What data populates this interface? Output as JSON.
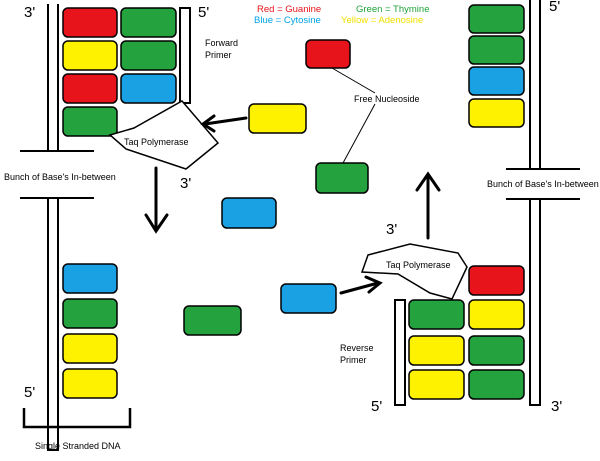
{
  "colors": {
    "red": "#e8141c",
    "green": "#23a23e",
    "blue": "#19a1e3",
    "yellow": "#fff200",
    "key_red": "#e8141c",
    "key_green": "#1fa33a",
    "key_blue": "#00a2e8",
    "key_yellow": "#f0e000"
  },
  "legend": {
    "red": "Red = Guanine",
    "green": "Green = Thymine",
    "blue": "Blue = Cytosine",
    "yellow": "Yellow = Adenosine"
  },
  "labels": {
    "forward_primer_1": "Forward",
    "forward_primer_2": "Primer",
    "reverse_primer_1": "Reverse",
    "reverse_primer_2": "Primer",
    "free_nucleoside": "Free Nucleoside",
    "taq_left": "Taq Polymerase",
    "taq_right": "Taq Polymerase",
    "bunch_left": "Bunch of Base's In-between",
    "bunch_right": "Bunch of Base's In-between",
    "single_stranded": "Single Stranded DNA"
  },
  "strand_ends": {
    "left_top_3": "3'",
    "left_top_5": "5'",
    "left_bottom_5": "5'",
    "center_3": "3'",
    "right_top_5": "5'",
    "right_primer_3": "3'",
    "right_bottom_5": "5'",
    "right_bottom_3": "3'"
  }
}
